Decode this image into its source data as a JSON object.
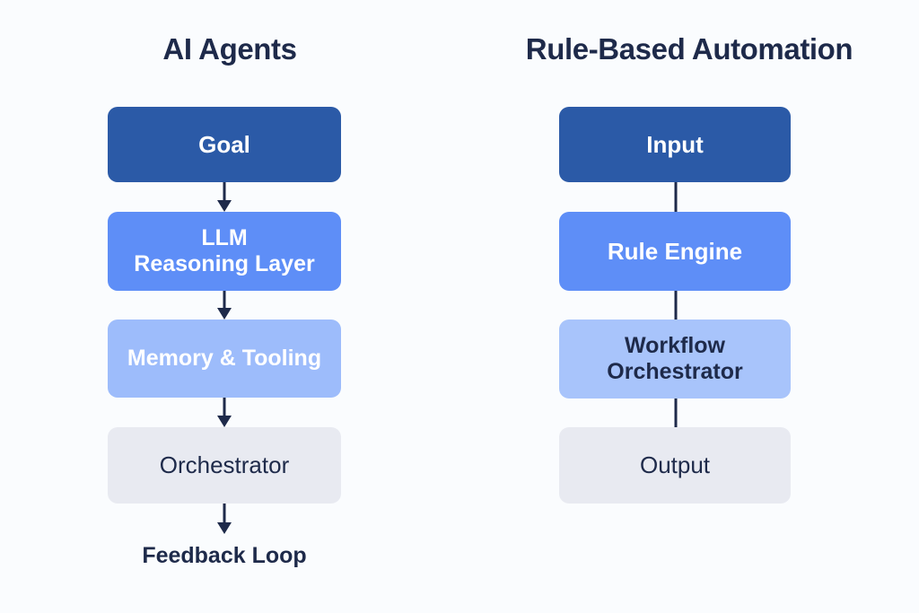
{
  "background_color": "#fafcfe",
  "accent_colors": {
    "dark_blue": "#2b5aa7",
    "mid_blue": "#5e8ef7",
    "light_blue": "#9dbcfb",
    "light_blue_alt": "#a8c4fb",
    "grey": "#e8eaf1",
    "navy_text": "#1e2a4a",
    "white_text": "#ffffff"
  },
  "columns": [
    {
      "id": "ai-agents",
      "title": "AI Agents",
      "connector_style": "arrow",
      "nodes": [
        {
          "id": "goal",
          "line1": "Goal",
          "line2": "",
          "tone": "dark",
          "font_size": 26
        },
        {
          "id": "llm",
          "line1": "LLM",
          "line2": "Reasoning Layer",
          "tone": "mid",
          "font_size": 25
        },
        {
          "id": "memory",
          "line1": "Memory & Tooling",
          "line2": "",
          "tone": "light",
          "font_size": 25
        },
        {
          "id": "orchestrator",
          "line1": "Orchestrator",
          "line2": "",
          "tone": "grey",
          "font_size": 26
        },
        {
          "id": "feedback",
          "line1": "Feedback Loop",
          "line2": "",
          "tone": "plain",
          "font_size": 25
        }
      ]
    },
    {
      "id": "rule-based-automation",
      "title": "Rule-Based Automation",
      "connector_style": "line",
      "nodes": [
        {
          "id": "input",
          "line1": "Input",
          "line2": "",
          "tone": "dark",
          "font_size": 26
        },
        {
          "id": "rule",
          "line1": "Rule Engine",
          "line2": "",
          "tone": "mid",
          "font_size": 26
        },
        {
          "id": "workflow",
          "line1": "Workflow",
          "line2": "Orchestrator",
          "tone": "light-dark-text",
          "font_size": 25
        },
        {
          "id": "output",
          "line1": "Output",
          "line2": "",
          "tone": "grey",
          "font_size": 26
        }
      ]
    }
  ]
}
